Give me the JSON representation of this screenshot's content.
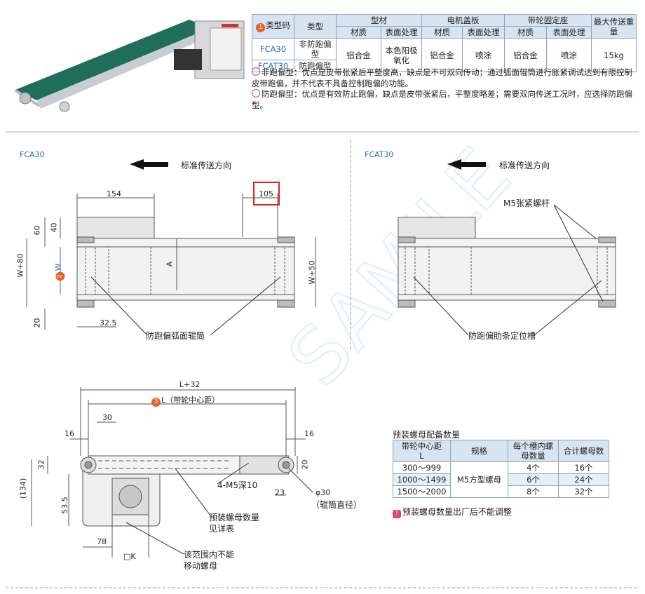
{
  "spec_table": {
    "header_typecode": "类型码",
    "header_type": "类型",
    "header_profile": "型材",
    "header_motor_cover": "电机盖板",
    "header_pulley_seat": "带轮固定座",
    "header_max_load": "最大传送重量",
    "sub_material": "材质",
    "sub_surface": "表面处理",
    "rows": [
      {
        "code": "FCA30",
        "type": "非防跑偏型"
      },
      {
        "code": "FCAT30",
        "type": "防跑偏型"
      }
    ],
    "profile_material": "铝合金",
    "profile_surface": "本色阳极氧化",
    "cover_material": "铝合金",
    "cover_surface": "喷涂",
    "seat_material": "铝合金",
    "seat_surface": "喷涂",
    "max_load": "15kg"
  },
  "notes": {
    "note1": "非跑偏型：优点是皮带张紧后平整度高，缺点是不可双向传动；通过弧面辊筒进行胀紧调试达到有限控制皮带跑偏，并不代表不具备控制跑偏的功能。",
    "note2": "防跑偏型：优点是有效防止跑偏，缺点是皮带张紧后，平整度略差；需要双向传送工况时，应选择防跑偏型。"
  },
  "left_view": {
    "title": "FCA30",
    "direction": "标准传送方向",
    "dim_154": "154",
    "dim_105": "105",
    "dim_60": "60",
    "dim_40": "40",
    "dim_w80": "W+80",
    "dim_w": "W",
    "dim_a": "A",
    "dim_w50": "W+50",
    "dim_20": "20",
    "dim_325": "32.5",
    "callout": "防跑偏弧面辊筒"
  },
  "right_view": {
    "title": "FCAT30",
    "direction": "标准传送方向",
    "callout_top": "M5张紧螺杆",
    "callout_bottom": "防跑偏肋条定位槽"
  },
  "side_view": {
    "dim_l32": "L+32",
    "dim_l": "L（带轮中心距）",
    "dim_16a": "16",
    "dim_30": "30",
    "dim_16b": "16",
    "dim_32": "32",
    "dim_20": "20",
    "dim_134": "(134)",
    "dim_535": "53.5",
    "dim_78": "78",
    "dim_k": "□K",
    "dim_23": "23",
    "dim_phi30": "φ30",
    "roller_dia": "（辊筒直径）",
    "m5_depth": "4-M5深10",
    "nut_note1": "预装螺母数量",
    "nut_note2": "见详表",
    "range_note1": "该范围内不能",
    "range_note2": "移动螺母"
  },
  "nuts_table": {
    "title": "预装螺母配备数量",
    "h_center": "带轮中心距",
    "h_center_l": "L",
    "h_spec": "规格",
    "h_per_slot": "每个槽内螺母数量",
    "h_total": "合计螺母数",
    "spec": "M5方型螺母",
    "rows": [
      {
        "range": "300～999",
        "per": "4个",
        "total": "16个"
      },
      {
        "range": "1000～1499",
        "per": "6个",
        "total": "24个"
      },
      {
        "range": "1500～2000",
        "per": "8个",
        "total": "32个"
      }
    ],
    "warning": "预装螺母数量出厂后不能调整"
  },
  "watermark": "SAMILE",
  "colors": {
    "accent_orange": "#e8612c",
    "header_blue": "#d7e4f1",
    "highlight_red": "#e02020",
    "belt_green": "#1f6e5a"
  }
}
